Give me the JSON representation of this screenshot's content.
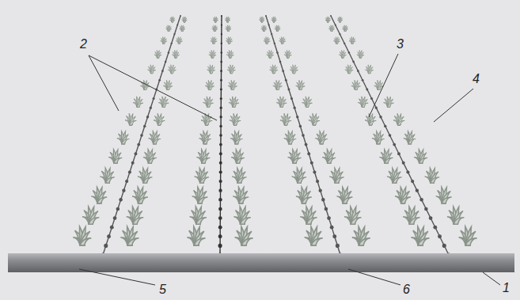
{
  "diagram": {
    "labels": [
      "2",
      "3",
      "4",
      "5",
      "6",
      "1"
    ]
  }
}
